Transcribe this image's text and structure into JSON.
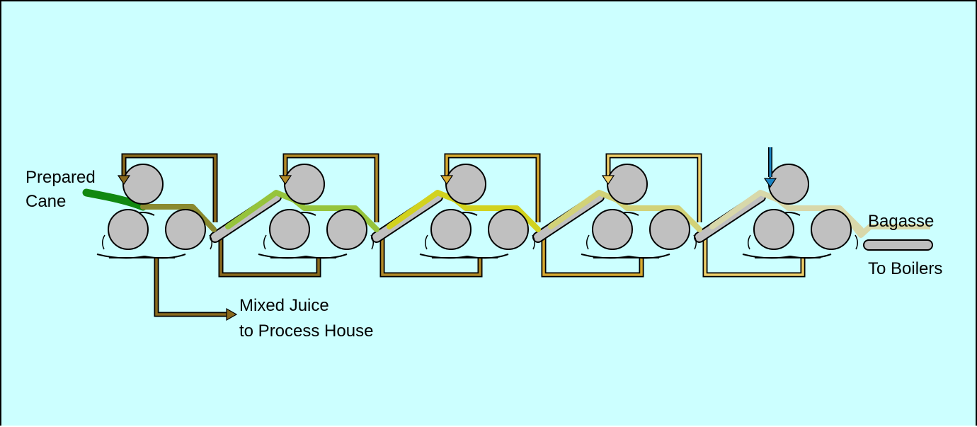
{
  "diagram": {
    "labels": {
      "prepared_cane_line1": "Prepared",
      "prepared_cane_line2": "Cane",
      "mixed_juice_line1": "Mixed Juice",
      "mixed_juice_line2": "to Process House",
      "bagasse": "Bagasse",
      "to_boilers": "To Boilers"
    },
    "mill_count": 5,
    "colors": {
      "background": "#ccffff",
      "roller_fill": "#c0c0c0",
      "cane": "#118811",
      "juice_mill1": "#8a6a1e",
      "juice_mill2": "#b28a28",
      "juice_mill3": "#d8aa30",
      "juice_mill4": "#f0d06a",
      "imbibition_water": "#1a84c4",
      "blanket_segments": [
        "#8a8a30",
        "#96c43c",
        "#d2d21e",
        "#d2d278",
        "#d8d8aa"
      ]
    }
  }
}
